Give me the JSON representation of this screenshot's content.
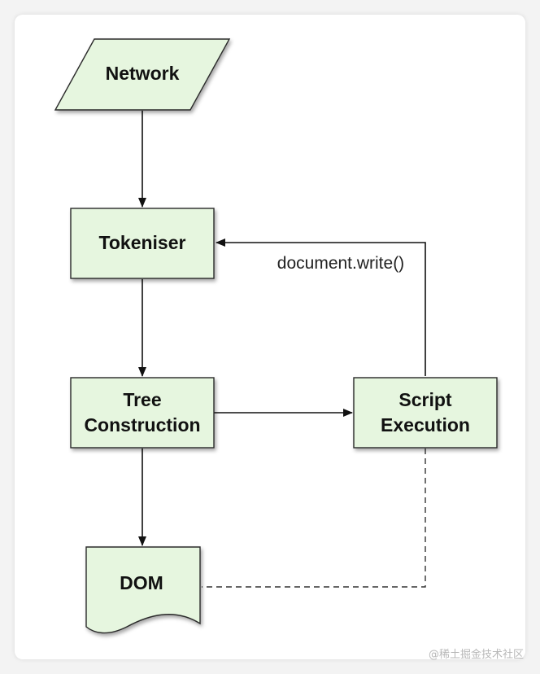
{
  "nodes": {
    "network": {
      "label": "Network"
    },
    "tokeniser": {
      "label": "Tokeniser"
    },
    "tree_construction": {
      "line1": "Tree",
      "line2": "Construction"
    },
    "script_execution": {
      "line1": "Script",
      "line2": "Execution"
    },
    "dom": {
      "label": "DOM"
    }
  },
  "edges": {
    "script_to_tokeniser": "document.write()"
  },
  "watermark": "@稀土掘金技术社区",
  "colors": {
    "node_fill": "#e6f6df",
    "node_stroke": "#2b2b2b",
    "edge": "#111111"
  }
}
